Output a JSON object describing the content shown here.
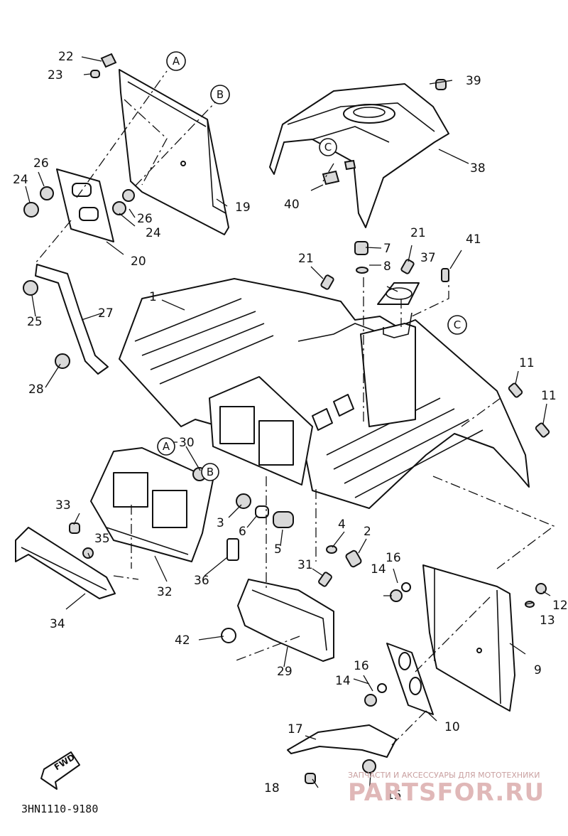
{
  "callouts": [
    {
      "n": "1"
    },
    {
      "n": "2"
    },
    {
      "n": "3"
    },
    {
      "n": "4"
    },
    {
      "n": "5"
    },
    {
      "n": "6"
    },
    {
      "n": "7"
    },
    {
      "n": "8"
    },
    {
      "n": "9"
    },
    {
      "n": "10"
    },
    {
      "n": "11"
    },
    {
      "n": "11"
    },
    {
      "n": "12"
    },
    {
      "n": "13"
    },
    {
      "n": "14"
    },
    {
      "n": "14"
    },
    {
      "n": "15"
    },
    {
      "n": "16"
    },
    {
      "n": "16"
    },
    {
      "n": "17"
    },
    {
      "n": "18"
    },
    {
      "n": "19"
    },
    {
      "n": "20"
    },
    {
      "n": "21"
    },
    {
      "n": "21"
    },
    {
      "n": "22"
    },
    {
      "n": "23"
    },
    {
      "n": "24"
    },
    {
      "n": "24"
    },
    {
      "n": "25"
    },
    {
      "n": "26"
    },
    {
      "n": "26"
    },
    {
      "n": "27"
    },
    {
      "n": "28"
    },
    {
      "n": "29"
    },
    {
      "n": "30"
    },
    {
      "n": "31"
    },
    {
      "n": "32"
    },
    {
      "n": "33"
    },
    {
      "n": "34"
    },
    {
      "n": "35"
    },
    {
      "n": "36"
    },
    {
      "n": "37"
    },
    {
      "n": "38"
    },
    {
      "n": "39"
    },
    {
      "n": "40"
    },
    {
      "n": "41"
    },
    {
      "n": "42"
    }
  ],
  "refs": [
    {
      "label": "A"
    },
    {
      "label": "B"
    },
    {
      "label": "C"
    },
    {
      "label": "C"
    },
    {
      "label": "A"
    },
    {
      "label": "B"
    }
  ],
  "fwd_label": "FWD",
  "diagram_code": "3HN1110-9180",
  "watermark": {
    "small": "ЗАПЧАСТИ И АКСЕССУАРЫ ДЛЯ МОТОТЕХНИКИ",
    "big": "PARTSFOR.RU"
  }
}
